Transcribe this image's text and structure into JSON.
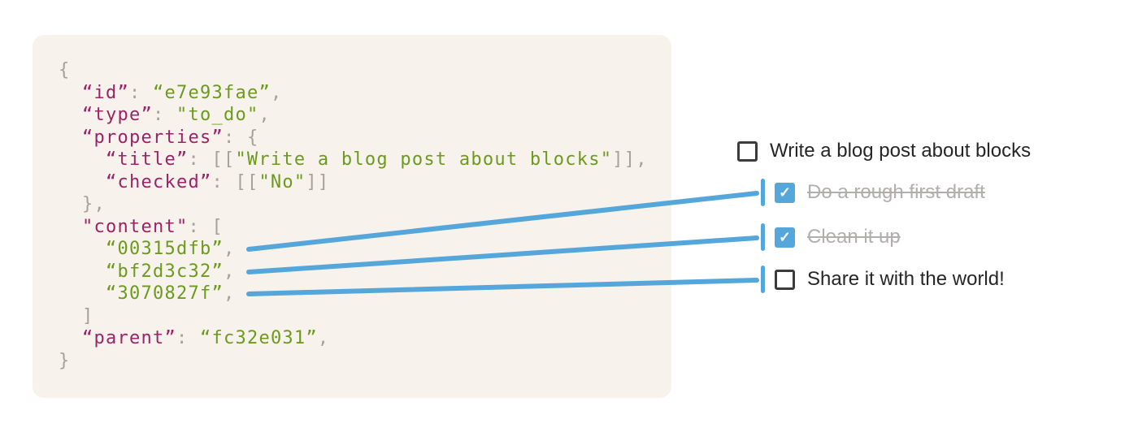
{
  "colors": {
    "accent_blue": "#55A7DB",
    "panel_bg": "#F7F2EC",
    "key_text": "#9C2366",
    "string_text": "#6C9A1F",
    "punctuation_text": "#A6A19A",
    "todo_text": "#262626",
    "struck_text": "#B1AFAE",
    "checkbox_border": "#3B3B3B"
  },
  "code": {
    "lines": [
      {
        "segments": [
          {
            "text": "{",
            "type": "punc"
          }
        ]
      },
      {
        "segments": [
          {
            "text": "  ",
            "type": "plain"
          },
          {
            "text": "“id”",
            "type": "key"
          },
          {
            "text": ": ",
            "type": "punc"
          },
          {
            "text": "“e7e93fae”",
            "type": "str"
          },
          {
            "text": ",",
            "type": "punc"
          }
        ]
      },
      {
        "segments": [
          {
            "text": "  ",
            "type": "plain"
          },
          {
            "text": "“type”",
            "type": "key"
          },
          {
            "text": ": ",
            "type": "punc"
          },
          {
            "text": "\"to_do\"",
            "type": "str"
          },
          {
            "text": ",",
            "type": "punc"
          }
        ]
      },
      {
        "segments": [
          {
            "text": "  ",
            "type": "plain"
          },
          {
            "text": "“properties”",
            "type": "key"
          },
          {
            "text": ": {",
            "type": "punc"
          }
        ]
      },
      {
        "segments": [
          {
            "text": "    ",
            "type": "plain"
          },
          {
            "text": "“title”",
            "type": "key"
          },
          {
            "text": ": [[",
            "type": "punc"
          },
          {
            "text": "\"Write a blog post about blocks\"",
            "type": "str"
          },
          {
            "text": "]],",
            "type": "punc"
          }
        ]
      },
      {
        "segments": [
          {
            "text": "    ",
            "type": "plain"
          },
          {
            "text": "“checked”",
            "type": "key"
          },
          {
            "text": ": [[",
            "type": "punc"
          },
          {
            "text": "\"No\"",
            "type": "str"
          },
          {
            "text": "]]",
            "type": "punc"
          }
        ]
      },
      {
        "segments": [
          {
            "text": "  ",
            "type": "plain"
          },
          {
            "text": "},",
            "type": "punc"
          }
        ]
      },
      {
        "segments": [
          {
            "text": "  ",
            "type": "plain"
          },
          {
            "text": "\"content\"",
            "type": "key"
          },
          {
            "text": ": [",
            "type": "punc"
          }
        ]
      },
      {
        "segments": [
          {
            "text": "    ",
            "type": "plain"
          },
          {
            "text": "“00315dfb”",
            "type": "str"
          },
          {
            "text": ",",
            "type": "punc"
          }
        ]
      },
      {
        "segments": [
          {
            "text": "    ",
            "type": "plain"
          },
          {
            "text": "“bf2d3c32”",
            "type": "str"
          },
          {
            "text": ",",
            "type": "punc"
          }
        ]
      },
      {
        "segments": [
          {
            "text": "    ",
            "type": "plain"
          },
          {
            "text": "“3070827f”",
            "type": "str"
          },
          {
            "text": ",",
            "type": "punc"
          }
        ]
      },
      {
        "segments": [
          {
            "text": "  ",
            "type": "plain"
          },
          {
            "text": "]",
            "type": "punc"
          }
        ]
      },
      {
        "segments": [
          {
            "text": "  ",
            "type": "plain"
          },
          {
            "text": "“parent”",
            "type": "key"
          },
          {
            "text": ": ",
            "type": "punc"
          },
          {
            "text": "“fc32e031”",
            "type": "str"
          },
          {
            "text": ",",
            "type": "punc"
          }
        ]
      },
      {
        "segments": [
          {
            "text": "}",
            "type": "punc"
          }
        ]
      }
    ]
  },
  "todo": {
    "check_glyph": "✓",
    "items": [
      {
        "label": "Write a blog post about blocks",
        "checked": false,
        "struck": false,
        "connected": false
      },
      {
        "label": "Do a rough first draft",
        "checked": true,
        "struck": true,
        "connected": true
      },
      {
        "label": "Clean it up",
        "checked": true,
        "struck": true,
        "connected": true
      },
      {
        "label": "Share it with the world!",
        "checked": false,
        "struck": false,
        "connected": true
      }
    ]
  }
}
